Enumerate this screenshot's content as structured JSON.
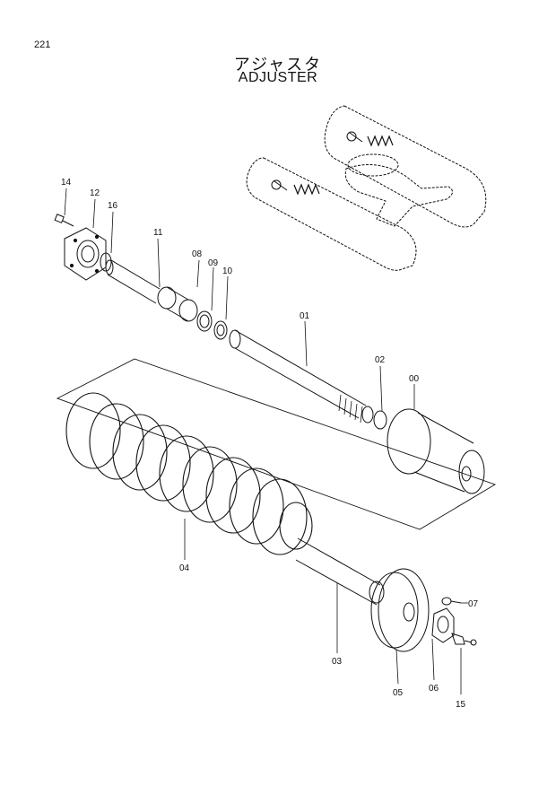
{
  "page_number": "221",
  "title_jp": "アジャスタ",
  "title_en": "ADJUSTER",
  "callouts": {
    "c00": "00",
    "c01": "01",
    "c02": "02",
    "c03": "03",
    "c04": "04",
    "c05": "05",
    "c06": "06",
    "c07": "07",
    "c08": "08",
    "c09": "09",
    "c10": "10",
    "c11": "11",
    "c12": "12",
    "c14": "14",
    "c15": "15",
    "c16": "16"
  }
}
